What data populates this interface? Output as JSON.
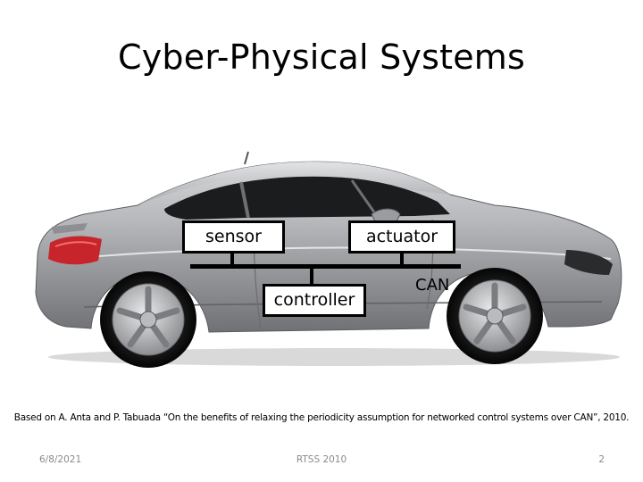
{
  "slide": {
    "title": "Cyber-Physical Systems",
    "diagram": {
      "sensor_label": "sensor",
      "actuator_label": "actuator",
      "controller_label": "controller",
      "bus_label": "CAN"
    },
    "citation": "Based on A. Anta and P. Tabuada “On the benefits of relaxing the periodicity assumption for networked control systems over CAN”, 2010.",
    "footer": {
      "date": "6/8/2021",
      "center": "RTSS 2010",
      "page": "2"
    }
  },
  "colors": {
    "car_body": "#a7a9ac",
    "car_window": "#1b1c1e",
    "tail_light": "#c8242b",
    "block_border": "#000000",
    "footer_text": "#8a8a8a"
  }
}
